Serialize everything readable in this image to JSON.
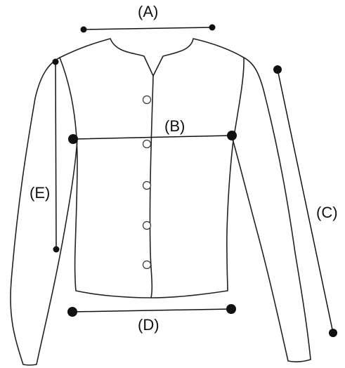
{
  "diagram": {
    "subject": "jacket-measurement",
    "labels": {
      "a": "(A)",
      "b": "(B)",
      "c": "(C)",
      "d": "(D)",
      "e": "(E)"
    },
    "colors": {
      "line": "#222222",
      "dot": "#111111",
      "background": "#ffffff"
    }
  }
}
